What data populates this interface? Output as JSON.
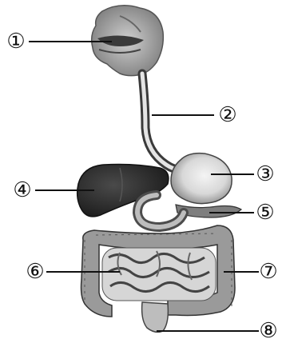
{
  "labels": [
    {
      "id": "1",
      "text": "①"
    },
    {
      "id": "2",
      "text": "②"
    },
    {
      "id": "3",
      "text": "③"
    },
    {
      "id": "4",
      "text": "④"
    },
    {
      "id": "5",
      "text": "⑤"
    },
    {
      "id": "6",
      "text": "⑥"
    },
    {
      "id": "7",
      "text": "⑦"
    },
    {
      "id": "8",
      "text": "⑧"
    }
  ]
}
